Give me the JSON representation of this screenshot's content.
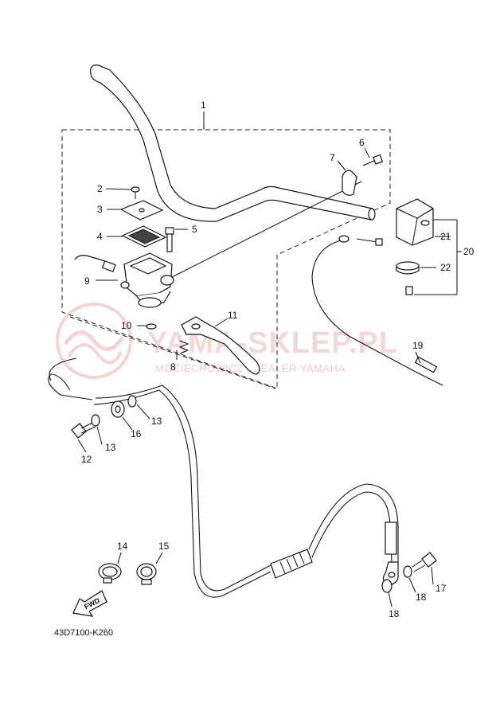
{
  "diagram": {
    "part_code": "43D7100-K260",
    "fwd_label": "FWD",
    "watermark": {
      "main": "YAMA-SKLEP.PL",
      "sub": "MOCIECHOWICZ | DEALER YAMAHA"
    },
    "callouts": {
      "c1": "1",
      "c2": "2",
      "c3": "3",
      "c4": "4",
      "c5": "5",
      "c6": "6",
      "c7": "7",
      "c8": "8",
      "c9": "9",
      "c10": "10",
      "c11": "11",
      "c12": "12",
      "c13a": "13",
      "c13b": "13",
      "c14": "14",
      "c15": "15",
      "c16": "16",
      "c17": "17",
      "c18a": "18",
      "c18b": "18",
      "c19": "19",
      "c20": "20",
      "c21": "21",
      "c22": "22"
    },
    "colors": {
      "ink": "#111111",
      "watermark": "#e8b9b9"
    }
  }
}
